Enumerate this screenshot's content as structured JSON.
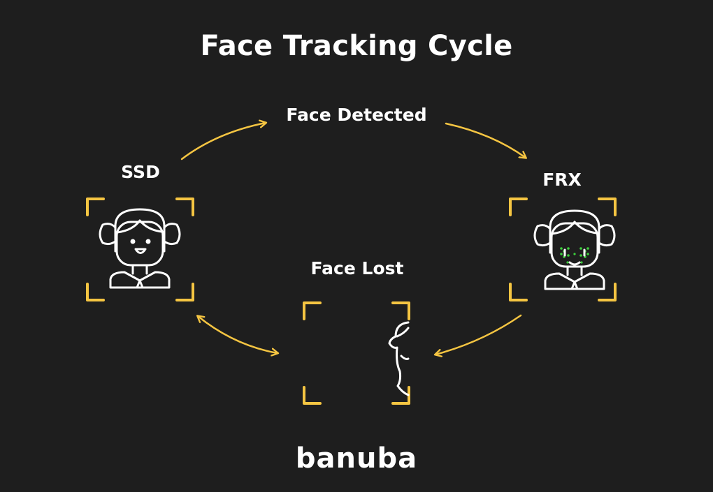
{
  "title": "Face Tracking Cycle",
  "nodes": {
    "ssd": "SSD",
    "frx": "FRX",
    "face_detected": "Face Detected",
    "face_lost": "Face Lost"
  },
  "brand": "banuba",
  "colors": {
    "background": "#1e1e1e",
    "accent": "#f5c542",
    "line": "#ffffff",
    "landmark": "#3ccf3c"
  }
}
